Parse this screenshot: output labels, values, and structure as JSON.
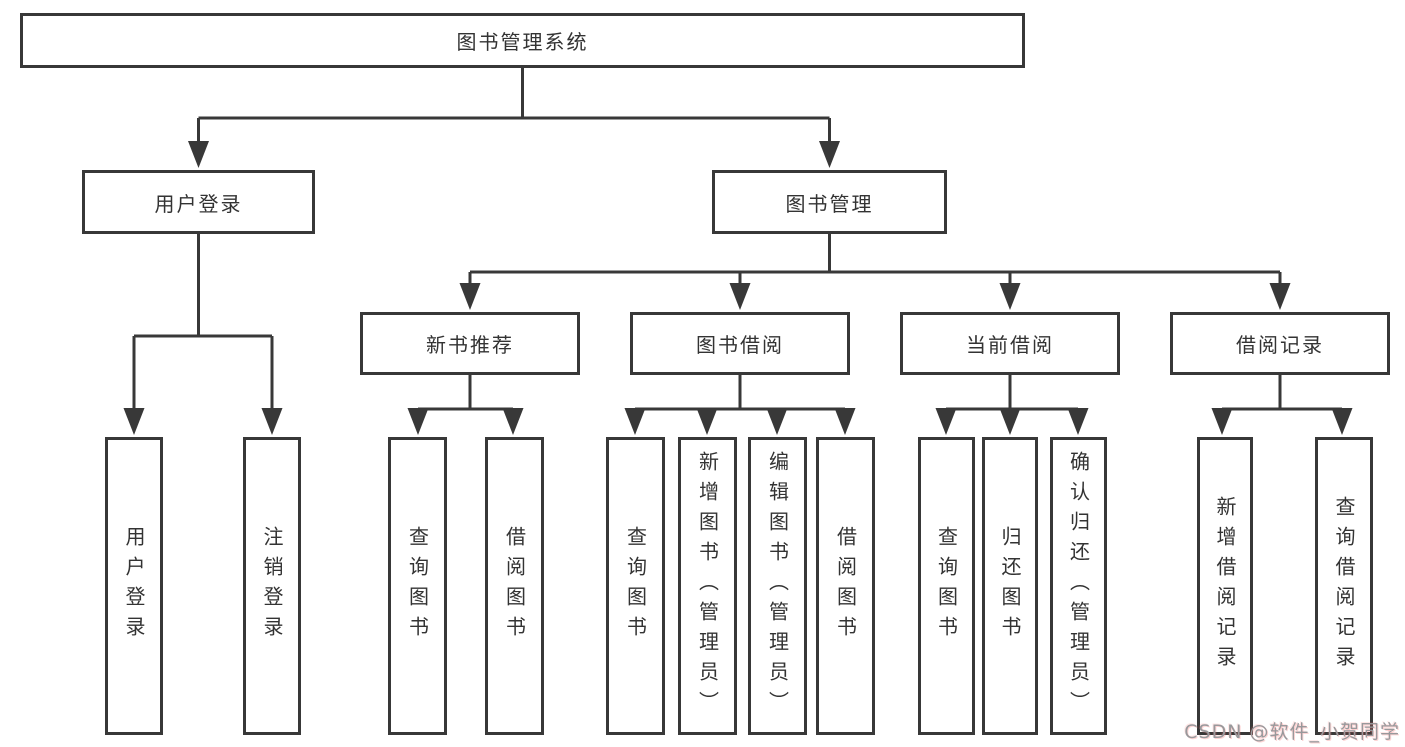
{
  "tree": {
    "label": "图书管理系统",
    "children": [
      {
        "label": "用户登录",
        "children": [
          {
            "label": "用户登录"
          },
          {
            "label": "注销登录"
          }
        ]
      },
      {
        "label": "图书管理",
        "children": [
          {
            "label": "新书推荐",
            "children": [
              {
                "label": "查询图书"
              },
              {
                "label": "借阅图书"
              }
            ]
          },
          {
            "label": "图书借阅",
            "children": [
              {
                "label": "查询图书"
              },
              {
                "label": "新增图书（管理员）"
              },
              {
                "label": "编辑图书（管理员）"
              },
              {
                "label": "借阅图书"
              }
            ]
          },
          {
            "label": "当前借阅",
            "children": [
              {
                "label": "查询图书"
              },
              {
                "label": "归还图书"
              },
              {
                "label": "确认归还（管理员）"
              }
            ]
          },
          {
            "label": "借阅记录",
            "children": [
              {
                "label": "新增借阅记录"
              },
              {
                "label": "查询借阅记录"
              }
            ]
          }
        ]
      }
    ]
  },
  "watermark": {
    "text": "CSDN @软件_小贺同学"
  },
  "colors": {
    "line": "#383838",
    "text": "#333333",
    "background": "#ffffff",
    "watermark": "#98999c"
  }
}
